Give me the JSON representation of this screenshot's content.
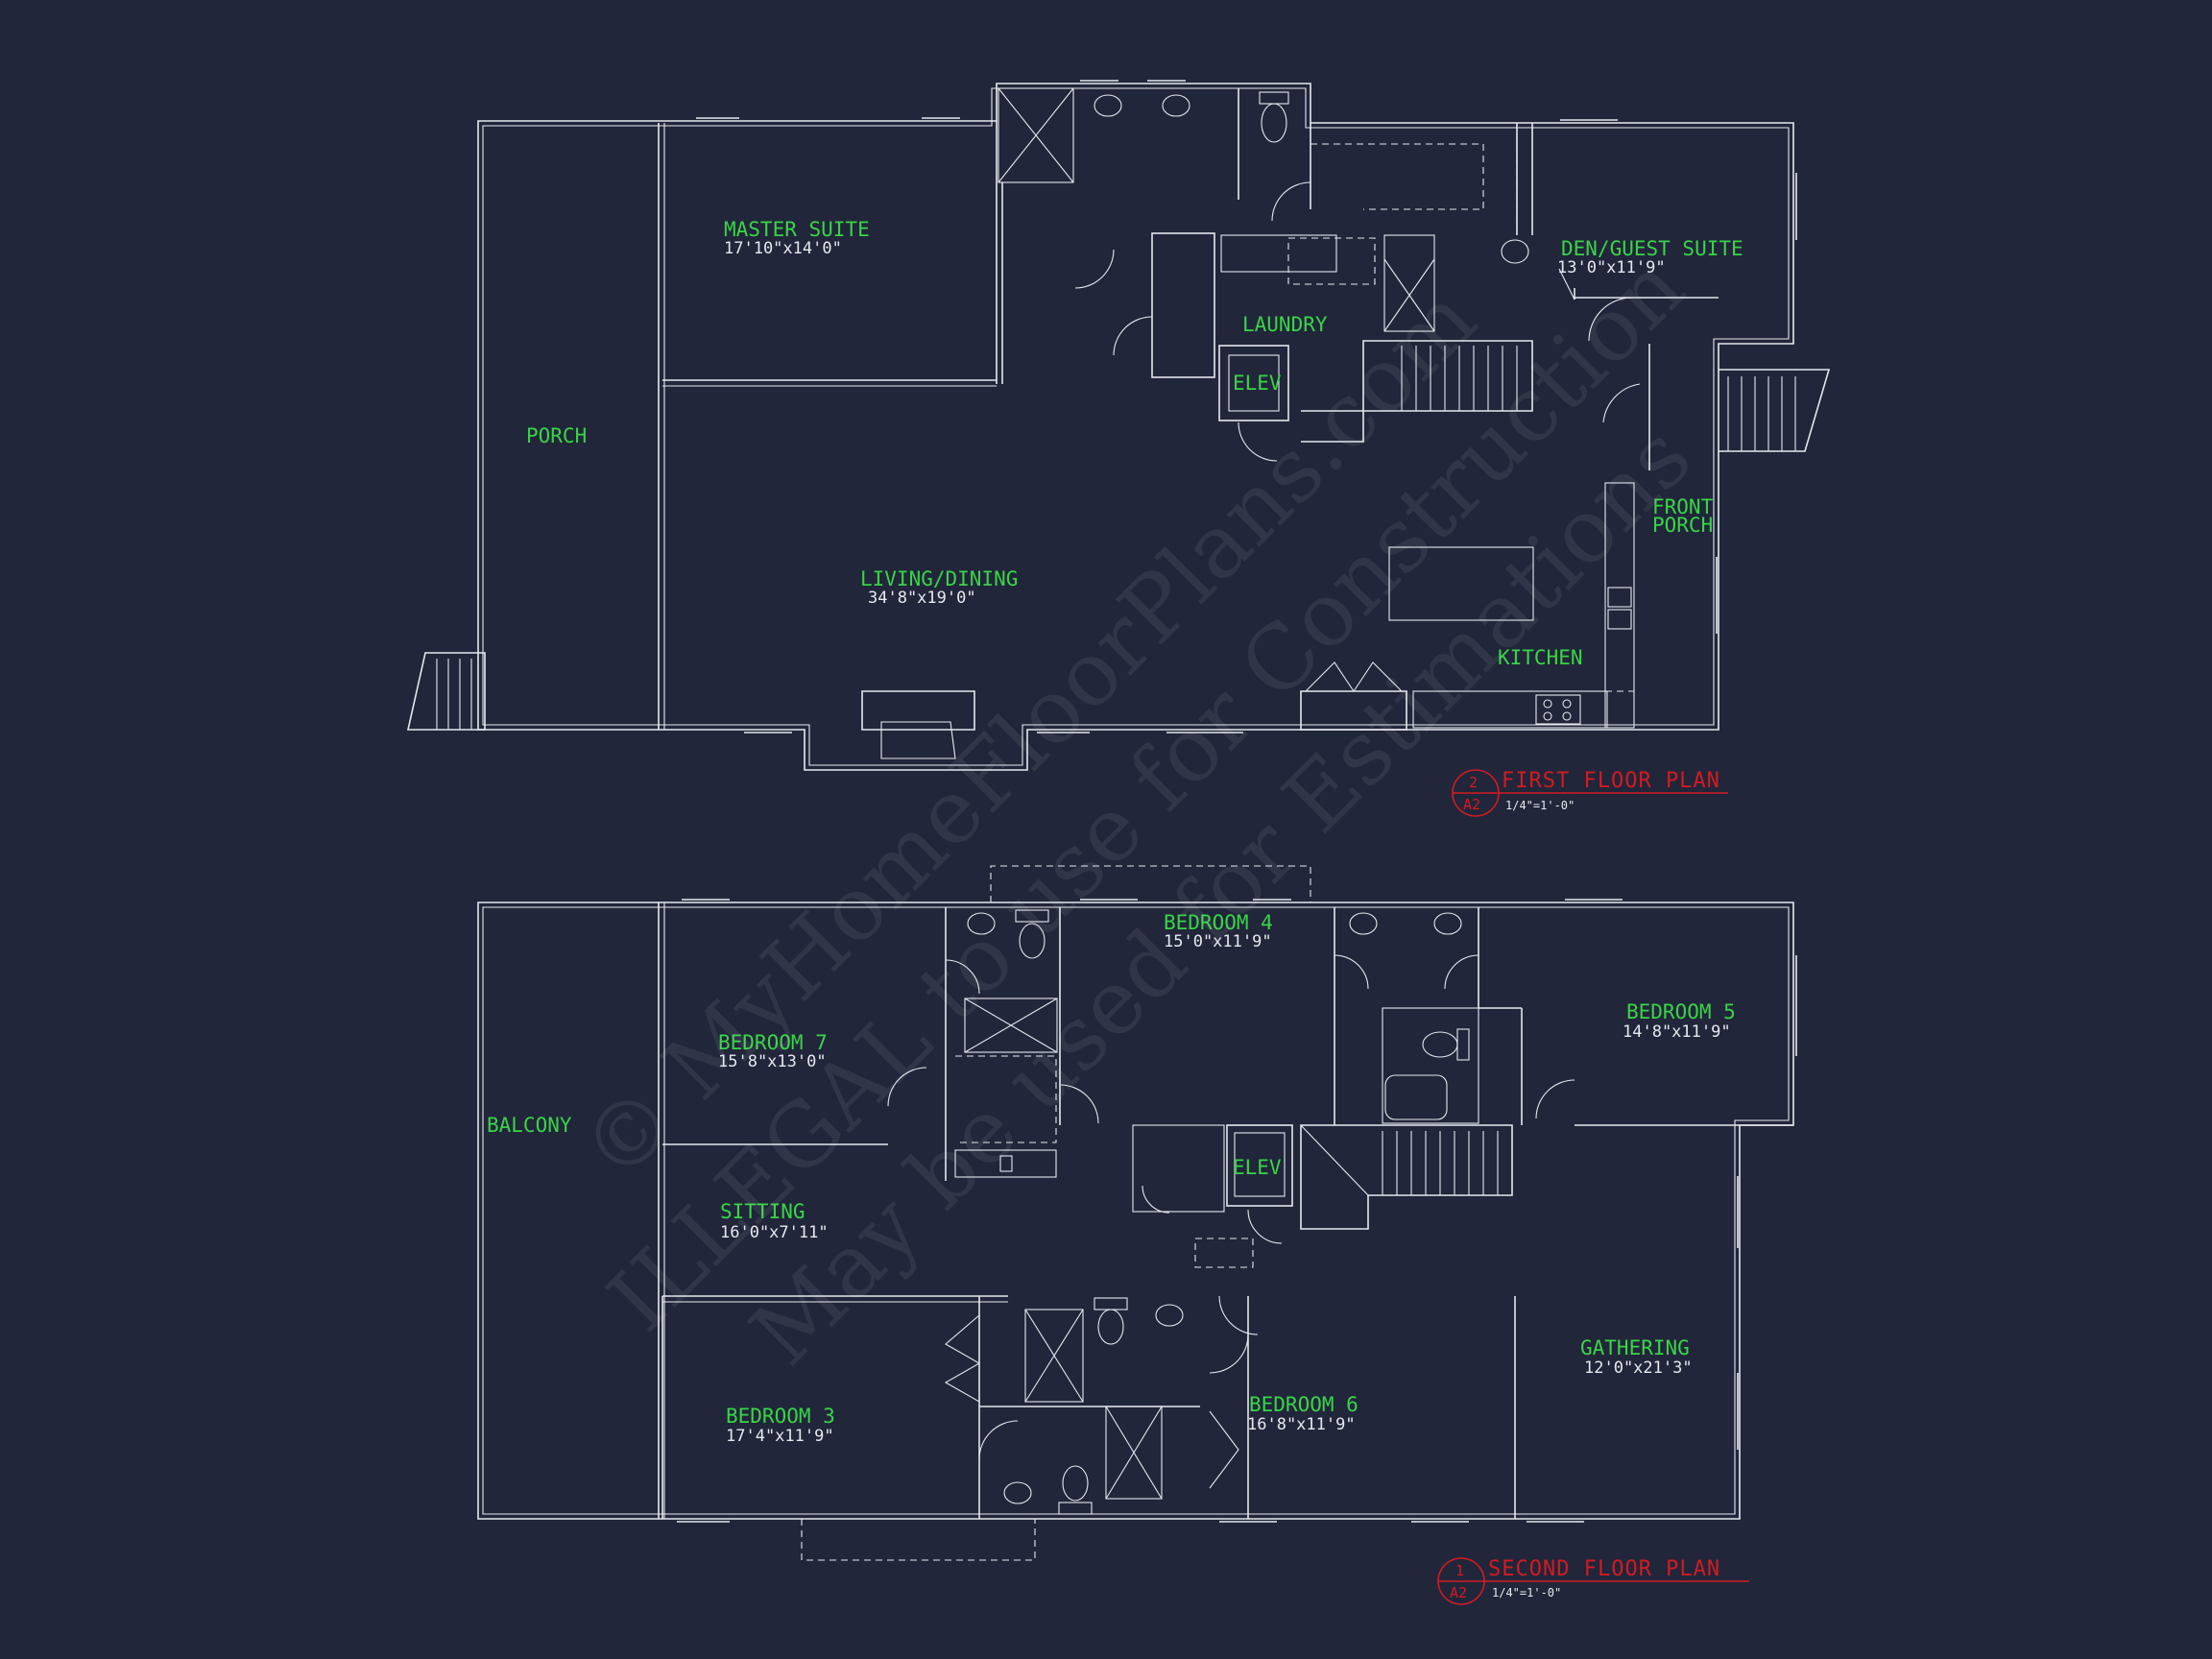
{
  "watermark": {
    "line1": "© MyHomeFloorPlans.com",
    "line2": "ILLEGAL to use for Construction",
    "line3": "May be used for Estimations"
  },
  "first_floor": {
    "rooms": {
      "master_suite": {
        "name": "MASTER SUITE",
        "dim": "17'10\"x14'0\""
      },
      "porch": {
        "name": "PORCH"
      },
      "living_dining": {
        "name": "LIVING/DINING",
        "dim": "34'8\"x19'0\""
      },
      "laundry": {
        "name": "LAUNDRY"
      },
      "elev": {
        "name": "ELEV"
      },
      "den_guest": {
        "name": "DEN/GUEST SUITE",
        "dim": "13'0\"x11'9\""
      },
      "front_porch_1": {
        "name": "FRONT"
      },
      "front_porch_2": {
        "name": "PORCH"
      },
      "kitchen": {
        "name": "KITCHEN"
      }
    },
    "title": {
      "number": "2",
      "sheet": "A2",
      "label": "FIRST FLOOR PLAN",
      "scale": "1/4\"=1'-0\""
    }
  },
  "second_floor": {
    "rooms": {
      "bedroom4": {
        "name": "BEDROOM 4",
        "dim": "15'0\"x11'9\""
      },
      "bedroom7": {
        "name": "BEDROOM 7",
        "dim": "15'8\"x13'0\""
      },
      "bedroom5": {
        "name": "BEDROOM 5",
        "dim": "14'8\"x11'9\""
      },
      "balcony": {
        "name": "BALCONY"
      },
      "elev": {
        "name": "ELEV"
      },
      "sitting": {
        "name": "SITTING",
        "dim": "16'0\"x7'11\""
      },
      "gathering": {
        "name": "GATHERING",
        "dim": "12'0\"x21'3\""
      },
      "bedroom3": {
        "name": "BEDROOM 3",
        "dim": "17'4\"x11'9\""
      },
      "bedroom6": {
        "name": "BEDROOM 6",
        "dim": "16'8\"x11'9\""
      }
    },
    "title": {
      "number": "1",
      "sheet": "A2",
      "label": "SECOND FLOOR PLAN",
      "scale": "1/4\"=1'-0\""
    }
  },
  "colors": {
    "background": "#21263a",
    "walls": "#e6e8ef",
    "room_labels": "#39d447",
    "title_marks": "#d21b22"
  }
}
